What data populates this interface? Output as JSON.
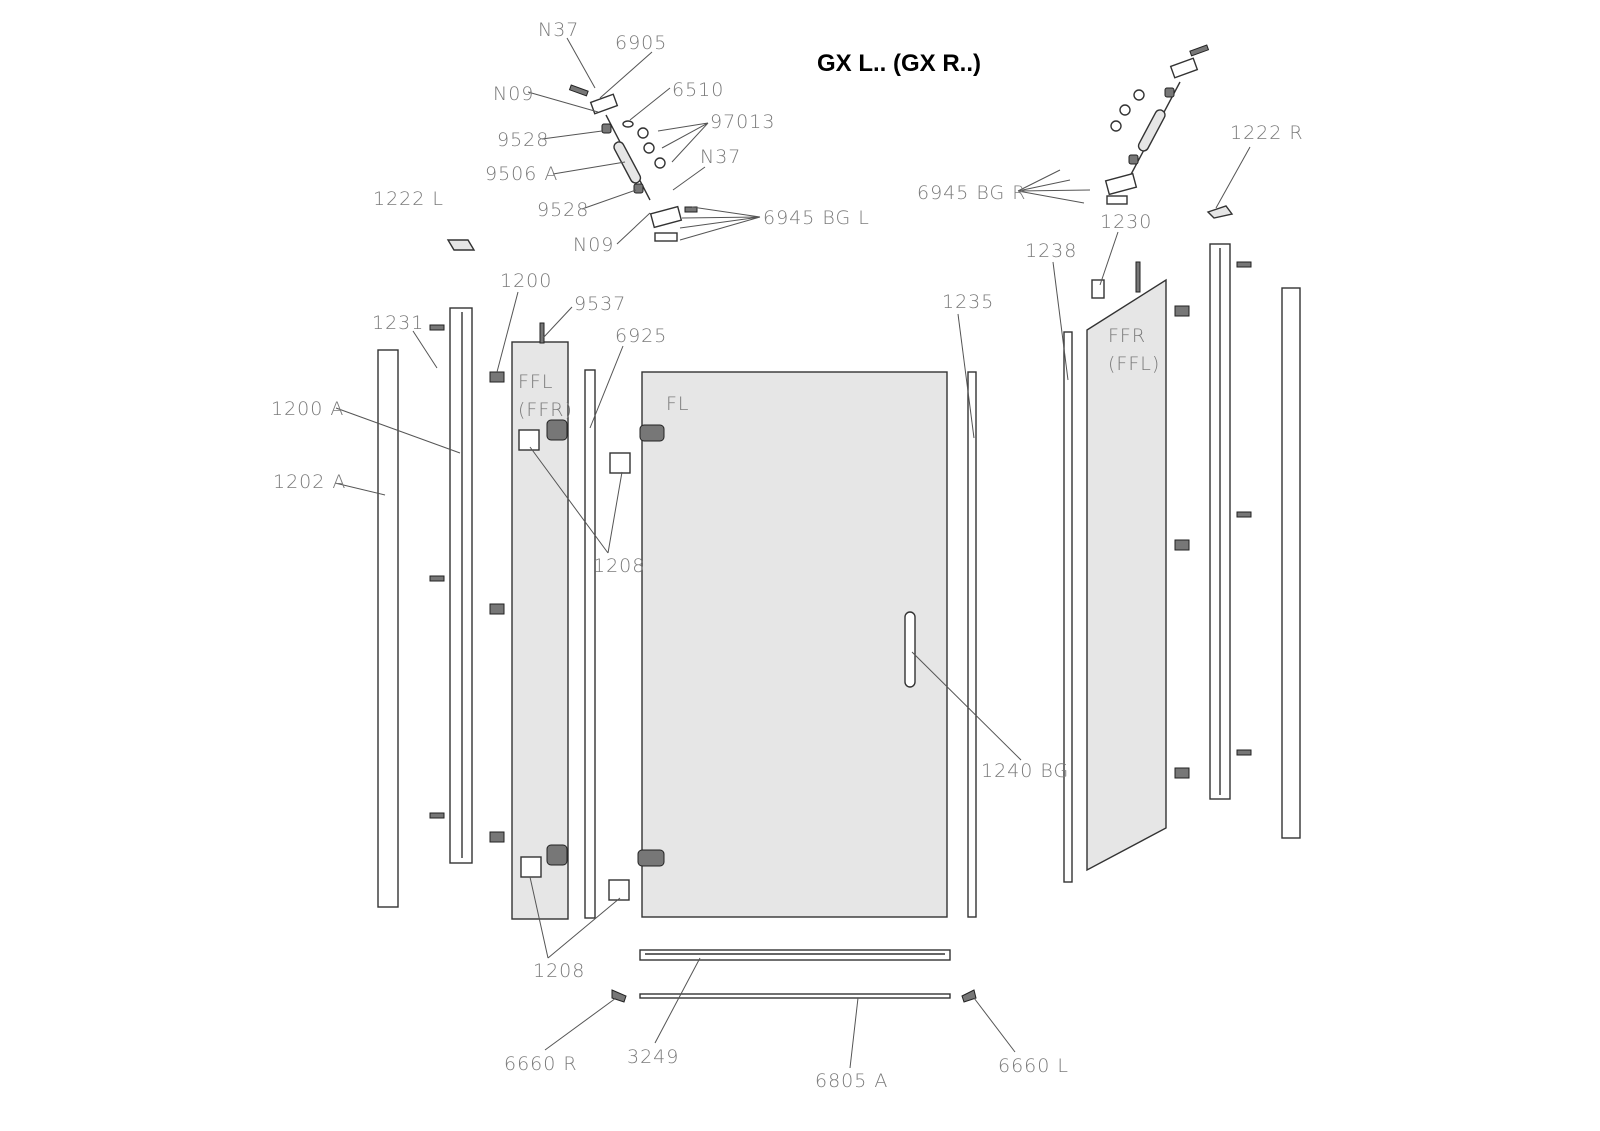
{
  "title": "GX L.. (GX R..)",
  "labels": {
    "n37_top": "N37",
    "p6905": "6905",
    "n09_top": "N09",
    "p6510": "6510",
    "p97013": "97013",
    "p9528_top": "9528",
    "p9506a": "9506 A",
    "n37_mid": "N37",
    "p9528_bot": "9528",
    "p6945bgl": "6945 BG L",
    "n09_bot": "N09",
    "p1222l": "1222 L",
    "p1222r": "1222 R",
    "p6945bgr": "6945 BG R",
    "p1230": "1230",
    "p1238": "1238",
    "p1235": "1235",
    "p1200": "1200",
    "p9537": "9537",
    "p6925": "6925",
    "p1231": "1231",
    "p1200a": "1200 A",
    "p1202a": "1202 A",
    "ffl": "FFL",
    "ffl_alt": "(FFR)",
    "fl": "FL",
    "ffr": "FFR",
    "ffr_alt": "(FFL)",
    "p1208_top": "1208",
    "p1208_bot": "1208",
    "p1240bg": "1240 BG",
    "p3249": "3249",
    "p6660r": "6660 R",
    "p6805a": "6805 A",
    "p6660l": "6660 L"
  }
}
